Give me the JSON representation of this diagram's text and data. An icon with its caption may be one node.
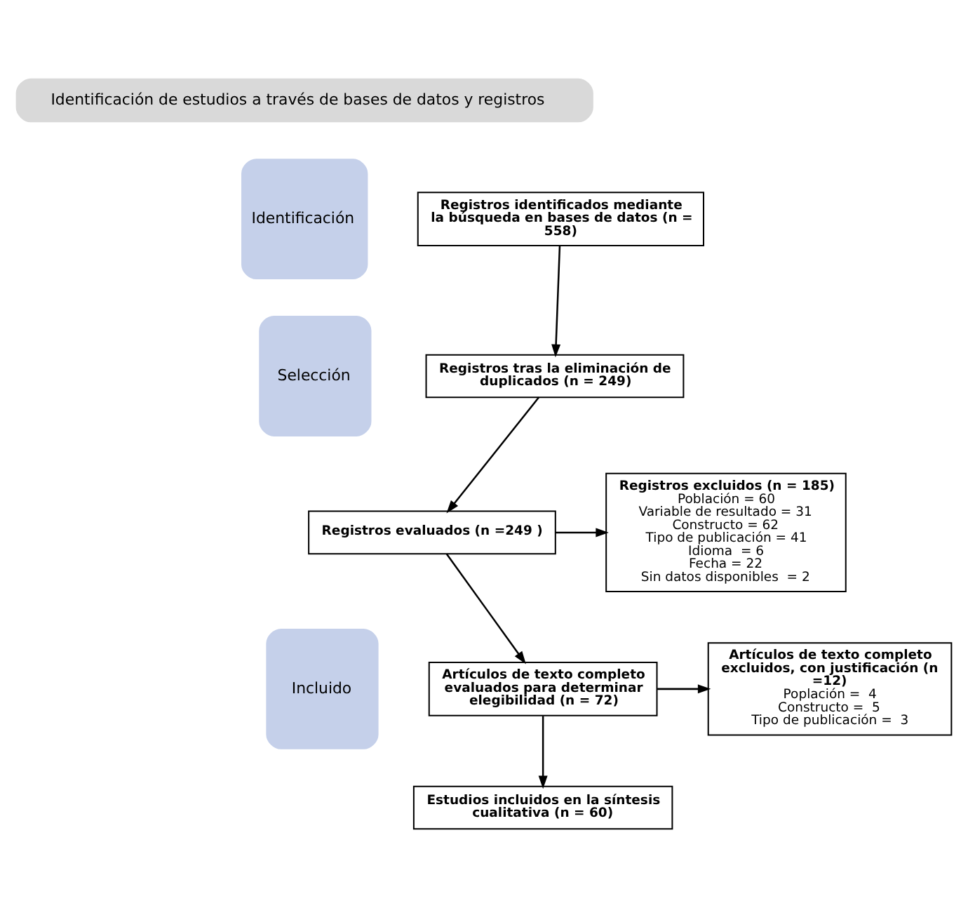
{
  "diagram": {
    "nodes": [
      {
        "text": [
          "Identificación de estudios a través de bases de datos y registros"
        ]
      },
      {
        "text": [
          "Identificación"
        ]
      },
      {
        "text": [
          "Registros identificados mediante la búsqueda en bases de datos (n = 558)"
        ]
      },
      {
        "text": [
          "Selección"
        ]
      },
      {
        "text": [
          "Registros tras la eliminación de duplicados (n = 249)"
        ]
      },
      {
        "text": [
          "Registros excluidos (n = 185)",
          "Población = 60",
          "Variable de resultado = 31",
          "Constructo = 62",
          "Tipo de publicación = 41",
          "Idioma  = 6",
          "Fecha = 22",
          "Sin datos disponibles  = 2"
        ]
      },
      {
        "text": [
          "Registros evaluados (n =249 )"
        ]
      },
      {
        "text": [
          "Incluido"
        ]
      },
      {
        "text": [
          "Artículos de texto completo evaluados para determinar elegibilidad (n = 72)"
        ]
      },
      {
        "text": [
          "Artículos de texto completo excluidos, con justificación (n =12)",
          "Poplación =  4",
          "Constructo =  5",
          "Tipo de publicación =  3"
        ]
      },
      {
        "text": [
          "Estudios incluidos en la síntesis cualitativa (n = 60)"
        ]
      }
    ],
    "edges": [
      {
        "from": 2,
        "to": 4,
        "arrow": "to"
      },
      {
        "from": 4,
        "to": 6,
        "arrow": "to"
      },
      {
        "from": 6,
        "to": 5,
        "arrow": "to"
      },
      {
        "from": 6,
        "to": 8,
        "arrow": "to"
      },
      {
        "from": 8,
        "to": 9,
        "arrow": "to"
      },
      {
        "from": 8,
        "to": 10,
        "arrow": "to"
      }
    ]
  }
}
